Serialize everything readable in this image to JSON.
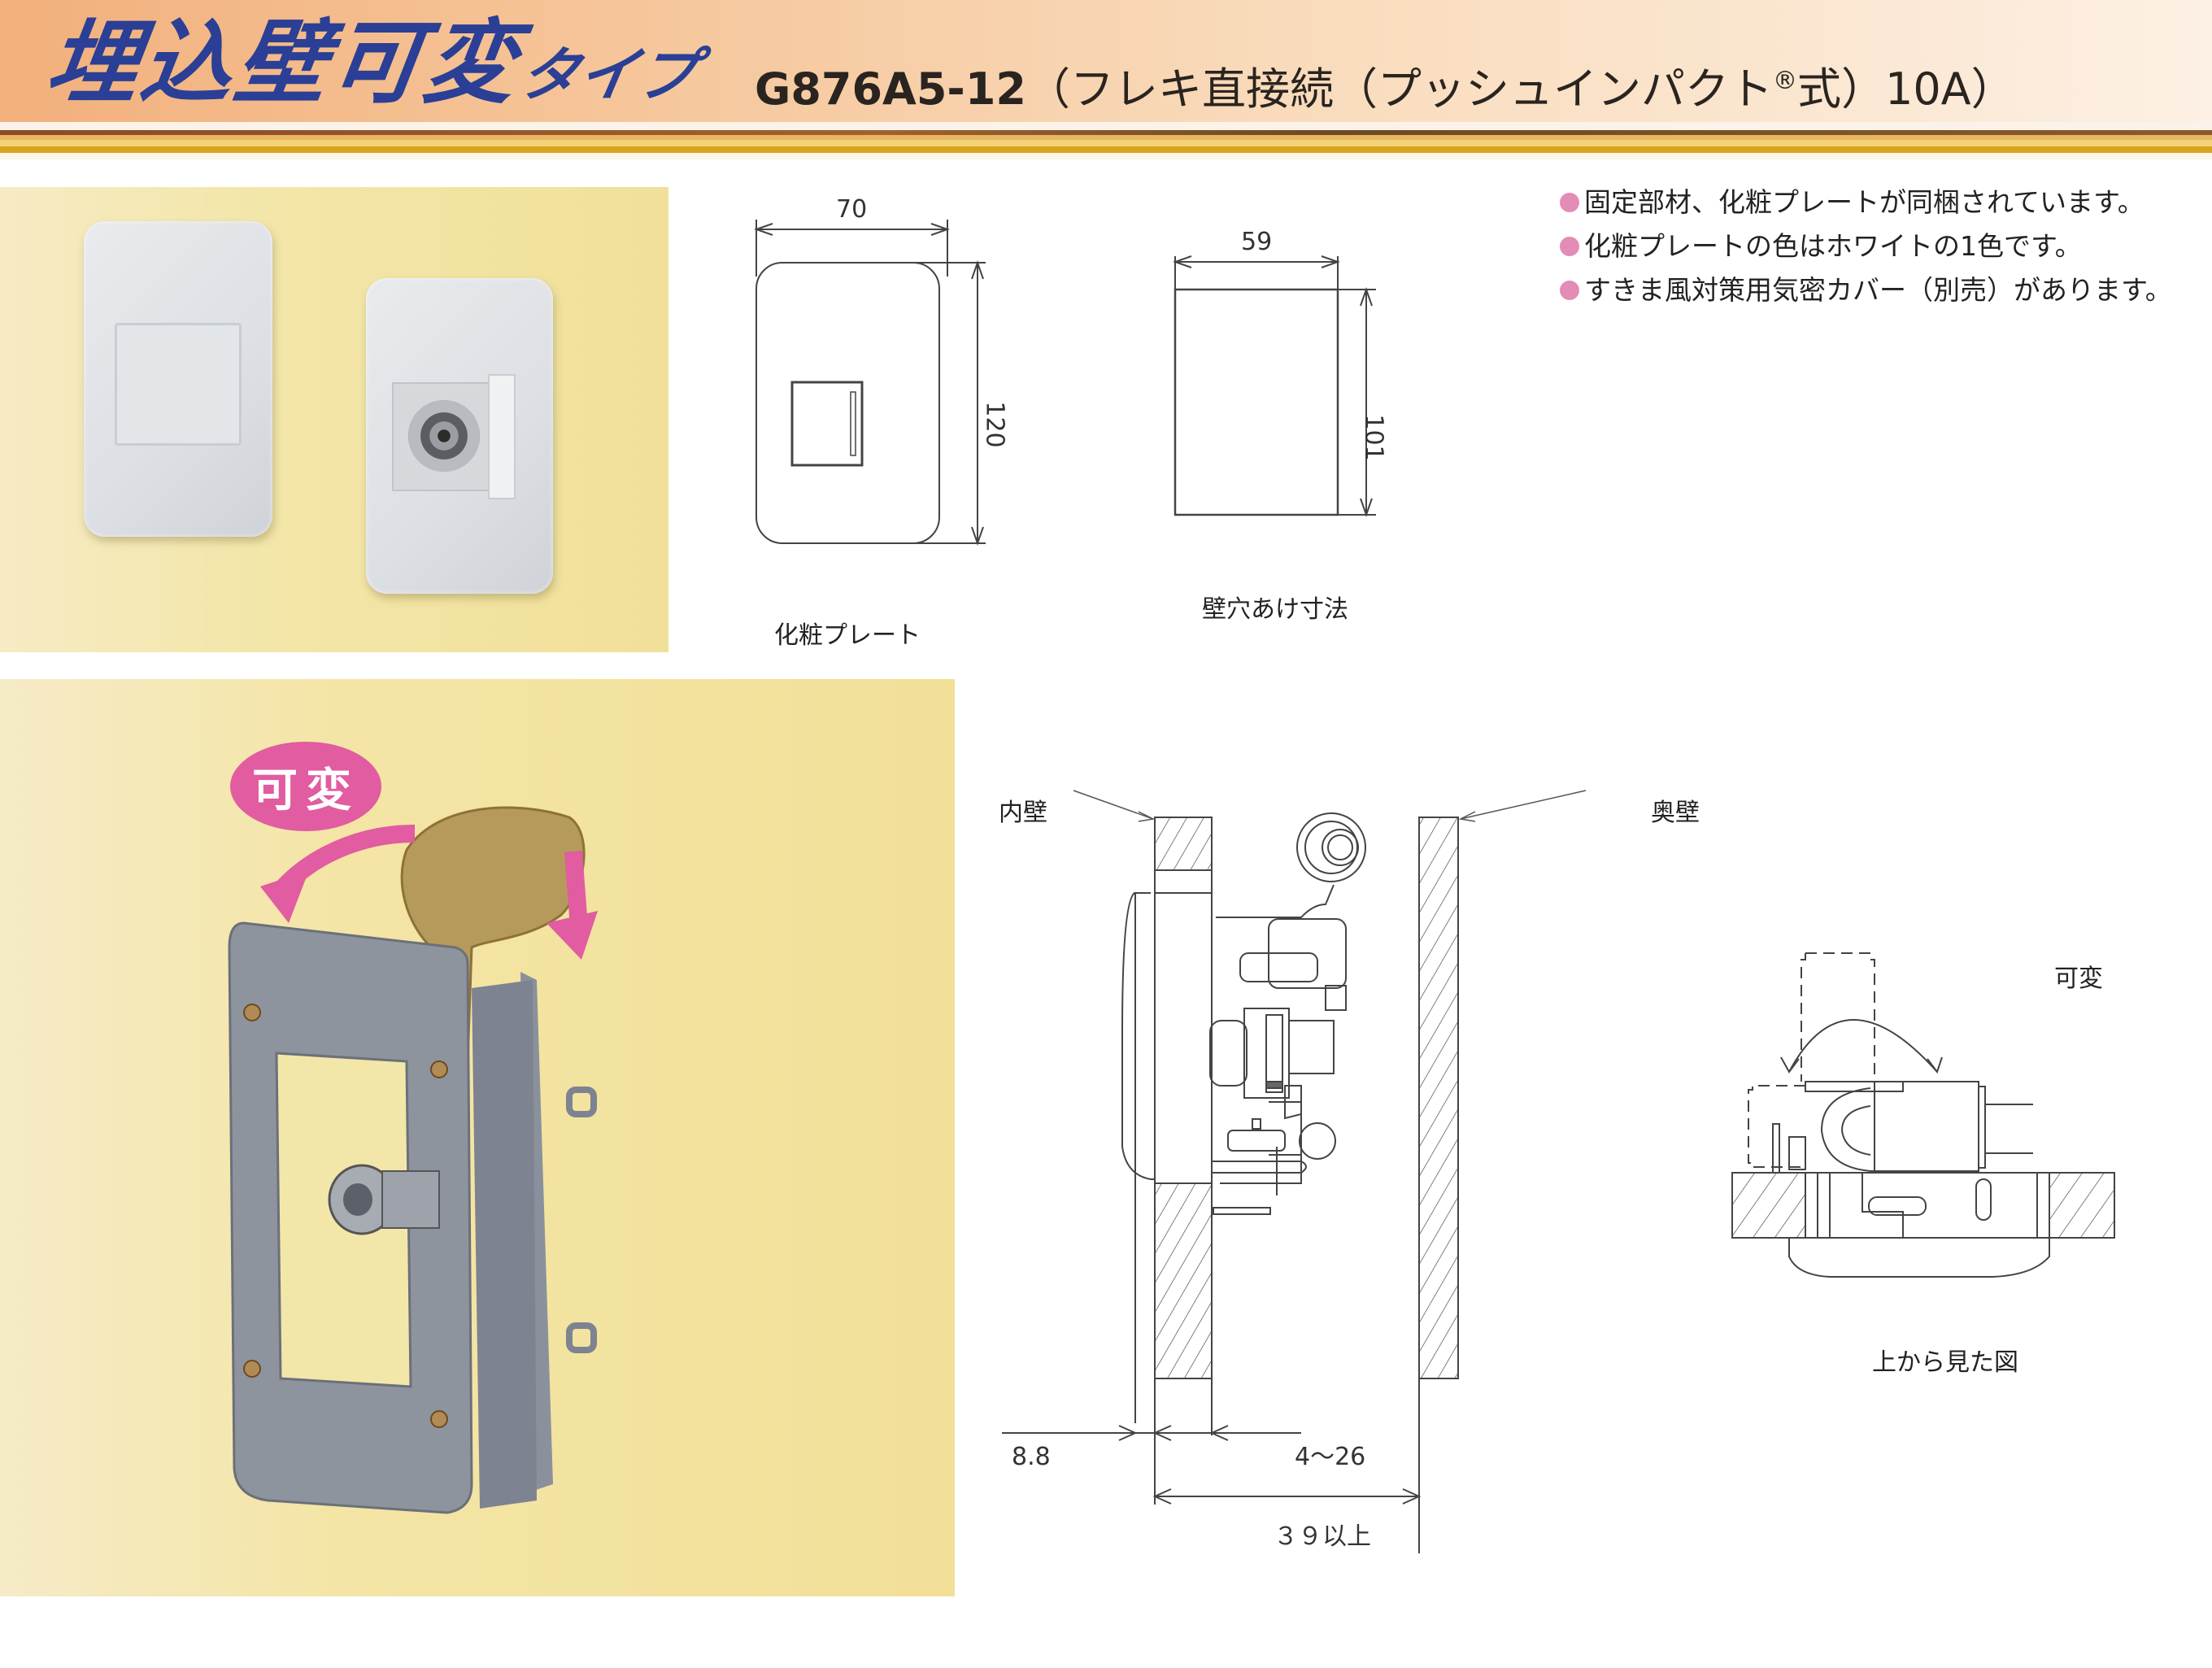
{
  "header": {
    "title_main": "埋込壁可変",
    "title_sub": "タイプ",
    "model_code": "G876A5-12",
    "model_desc_prefix": "（フレキ直接続（プッシュインパクト",
    "registered_mark": "®",
    "model_desc_suffix": "式）10A）"
  },
  "features": [
    "固定部材、化粧プレートが同梱されています。",
    "化粧プレートの色はホワイトの1色です。",
    "すきま風対策用気密カバー（別売）があります。"
  ],
  "plate_drawing": {
    "width_dim": "70",
    "height_dim": "120",
    "caption": "化粧プレート"
  },
  "hole_drawing": {
    "width_dim": "59",
    "height_dim": "101",
    "caption": "壁穴あけ寸法"
  },
  "photo": {
    "badge": "可変"
  },
  "section_drawing": {
    "inner_wall_label": "内壁",
    "back_wall_label": "奥壁",
    "dim_plate": "8.8",
    "dim_wall_thickness": "4～26",
    "dim_min_depth": "３９以上"
  },
  "top_view": {
    "rotate_label": "可変",
    "caption": "上から見た図"
  },
  "colors": {
    "title_blue": "#2a3f95",
    "bullet_pink": "#e38cb5",
    "badge_pink": "#e15ca0",
    "photo_bg": "#f2e098",
    "stripe_gold": "#d9a51e"
  }
}
